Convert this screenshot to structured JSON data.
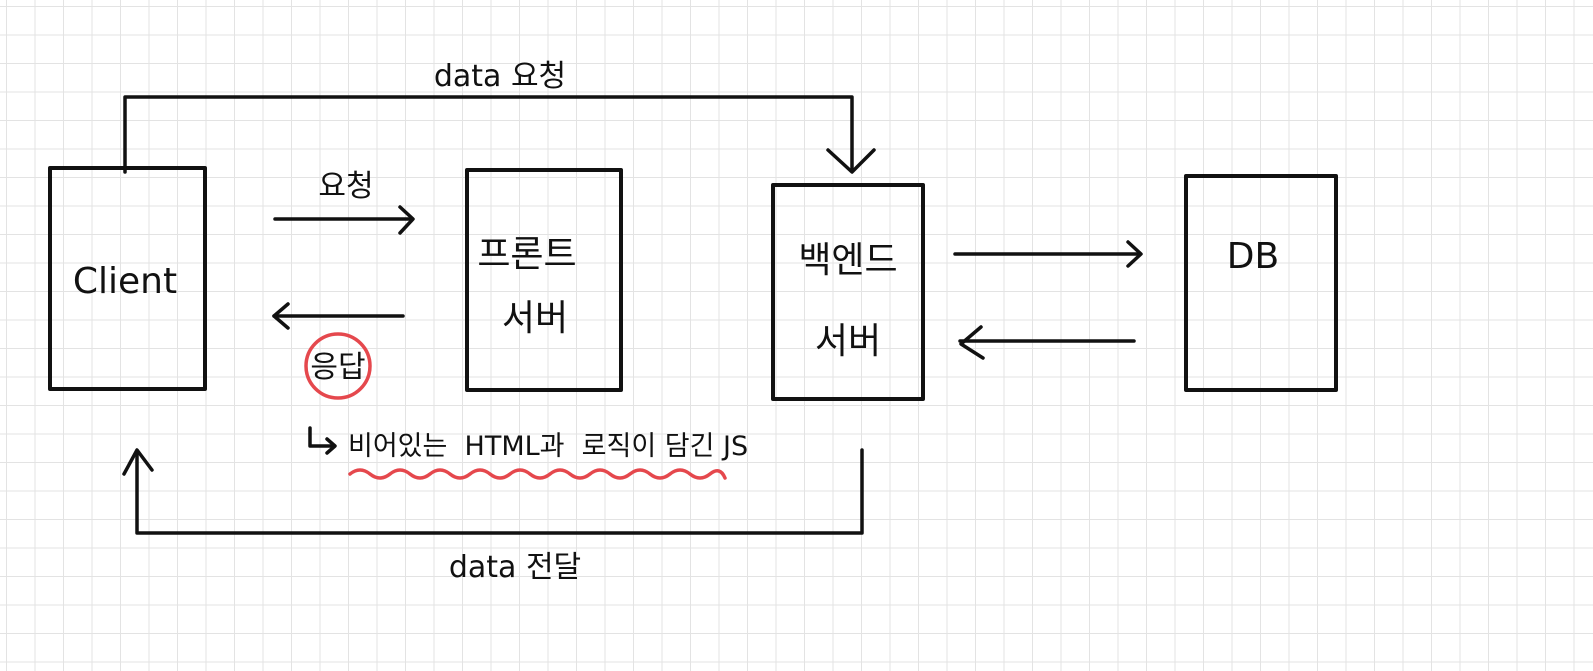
{
  "nodes": {
    "client": {
      "label": "Client"
    },
    "frontend": {
      "line1": "프론트",
      "line2": "서버"
    },
    "backend": {
      "line1": "백엔드",
      "line2": "서버"
    },
    "db": {
      "label": "DB"
    }
  },
  "edges": {
    "data_request": "data 요청",
    "request": "요청",
    "response": "응답",
    "data_delivery": "data 전달"
  },
  "note": {
    "text": "비어있는  HTML과  로직이 담긴 JS"
  },
  "colors": {
    "ink": "#111111",
    "highlight": "#e5484d",
    "grid": "#e3e3e3"
  }
}
